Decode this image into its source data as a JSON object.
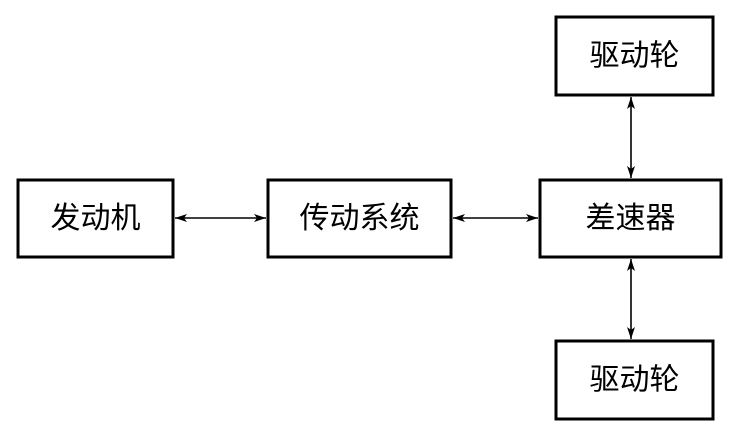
{
  "diagram": {
    "nodes": {
      "engine": "发动机",
      "transmission": "传动系统",
      "differential": "差速器",
      "drive_wheel_top": "驱动轮",
      "drive_wheel_bottom": "驱动轮"
    },
    "colors": {
      "stroke": "#000000",
      "background": "#ffffff"
    }
  }
}
